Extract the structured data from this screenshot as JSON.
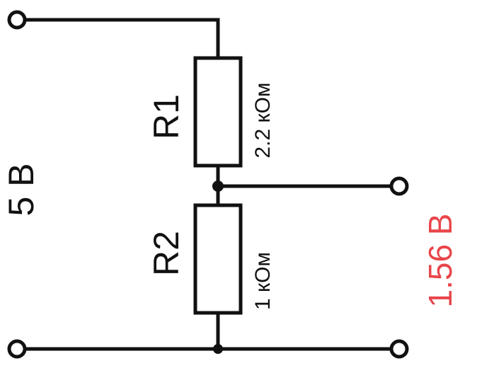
{
  "circuit": {
    "input_voltage": "5 В",
    "output_voltage": "1.56 В",
    "resistors": [
      {
        "name": "R1",
        "value": "2.2 кОм"
      },
      {
        "name": "R2",
        "value": "1 кОм"
      }
    ]
  },
  "colors": {
    "wire": "#111111",
    "output_label": "#e8454a",
    "background": "#ffffff"
  }
}
